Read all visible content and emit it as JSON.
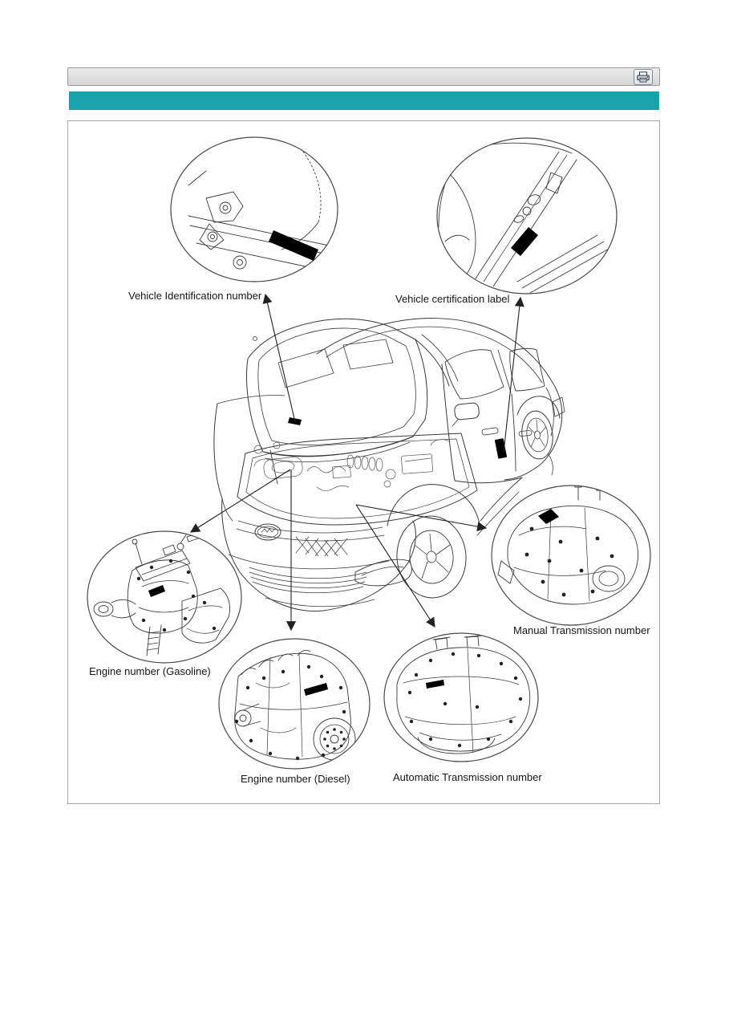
{
  "colors": {
    "accent_bar": "#16a3a9",
    "toolbar_bg": "#e0e0e0",
    "diagram_line": "#3a3a3a",
    "id_mark": "#000000"
  },
  "toolbar": {
    "print_icon": "printer-icon"
  },
  "diagram": {
    "callouts": [
      {
        "id": "vin-plate",
        "label": "Vehicle Identification number"
      },
      {
        "id": "certification-label",
        "label": "Vehicle certification label"
      },
      {
        "id": "engine-gasoline",
        "label": "Engine number (Gasoline)"
      },
      {
        "id": "engine-diesel",
        "label": "Engine number (Diesel)"
      },
      {
        "id": "manual-transmission",
        "label": "Manual Transmission number"
      },
      {
        "id": "automatic-transmission",
        "label": "Automatic Transmission number"
      }
    ]
  }
}
